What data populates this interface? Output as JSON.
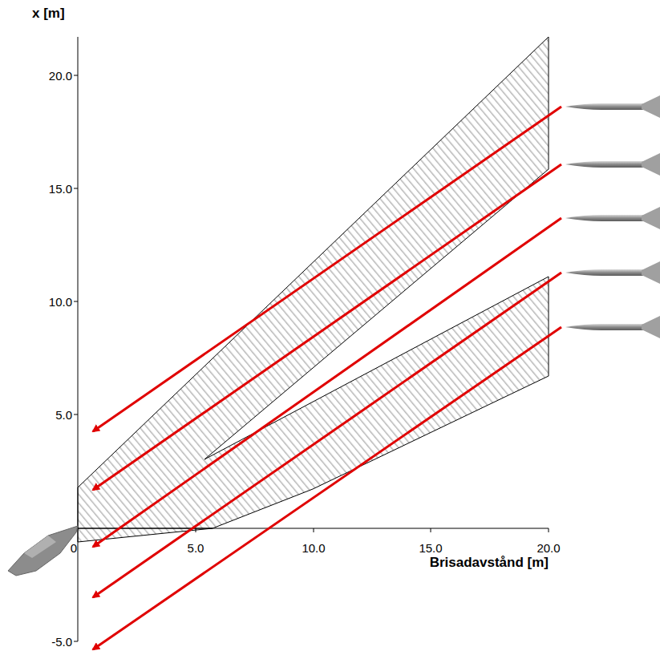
{
  "diagram": {
    "labels": [
      "x [m]",
      "20.0",
      "15.0",
      "10.0",
      "5.0",
      "-5.0",
      "0",
      "5.0",
      "10.0",
      "15.0",
      "20.0",
      "Brisadavstånd [m]"
    ]
  }
}
